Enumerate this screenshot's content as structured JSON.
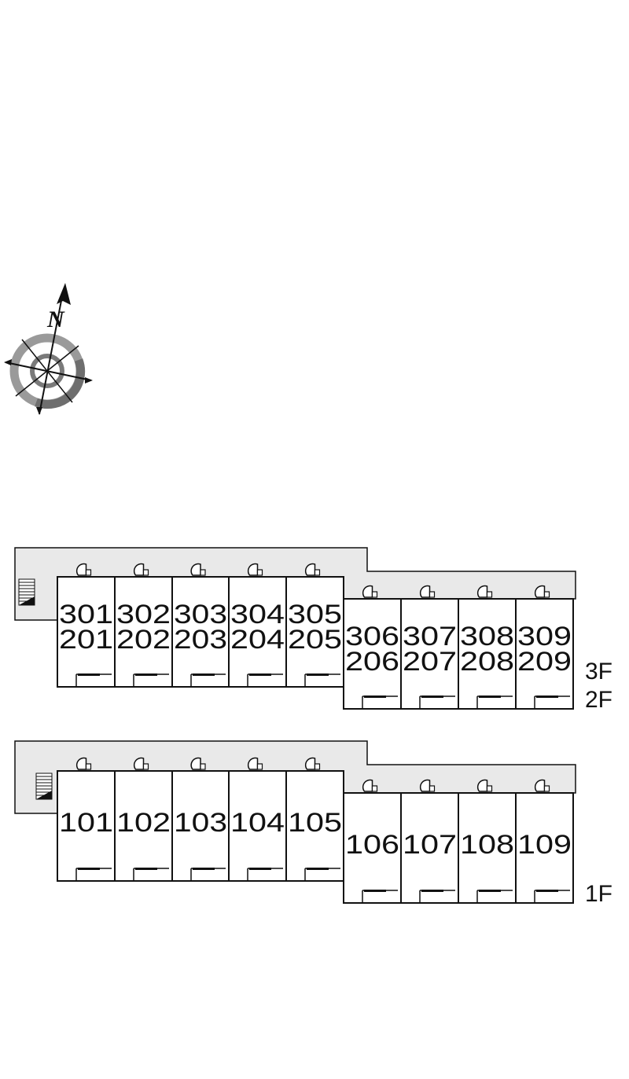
{
  "compass": {
    "north_label": "N",
    "outer_ring_color": "#9a9a9a",
    "inner_ring_color": "#6e6e6e"
  },
  "colors": {
    "corridor": "#e9e9e9",
    "wall": "#111111",
    "room": "#ffffff"
  },
  "upper_block": {
    "floor_label_top": "3F",
    "floor_label_bottom": "2F",
    "units_top_line": [
      "301",
      "302",
      "303",
      "304",
      "305",
      "306",
      "307",
      "308",
      "309"
    ],
    "units_bottom_line": [
      "201",
      "202",
      "203",
      "204",
      "205",
      "206",
      "207",
      "208",
      "209"
    ]
  },
  "lower_block": {
    "floor_label": "1F",
    "units": [
      "101",
      "102",
      "103",
      "104",
      "105",
      "106",
      "107",
      "108",
      "109"
    ]
  }
}
